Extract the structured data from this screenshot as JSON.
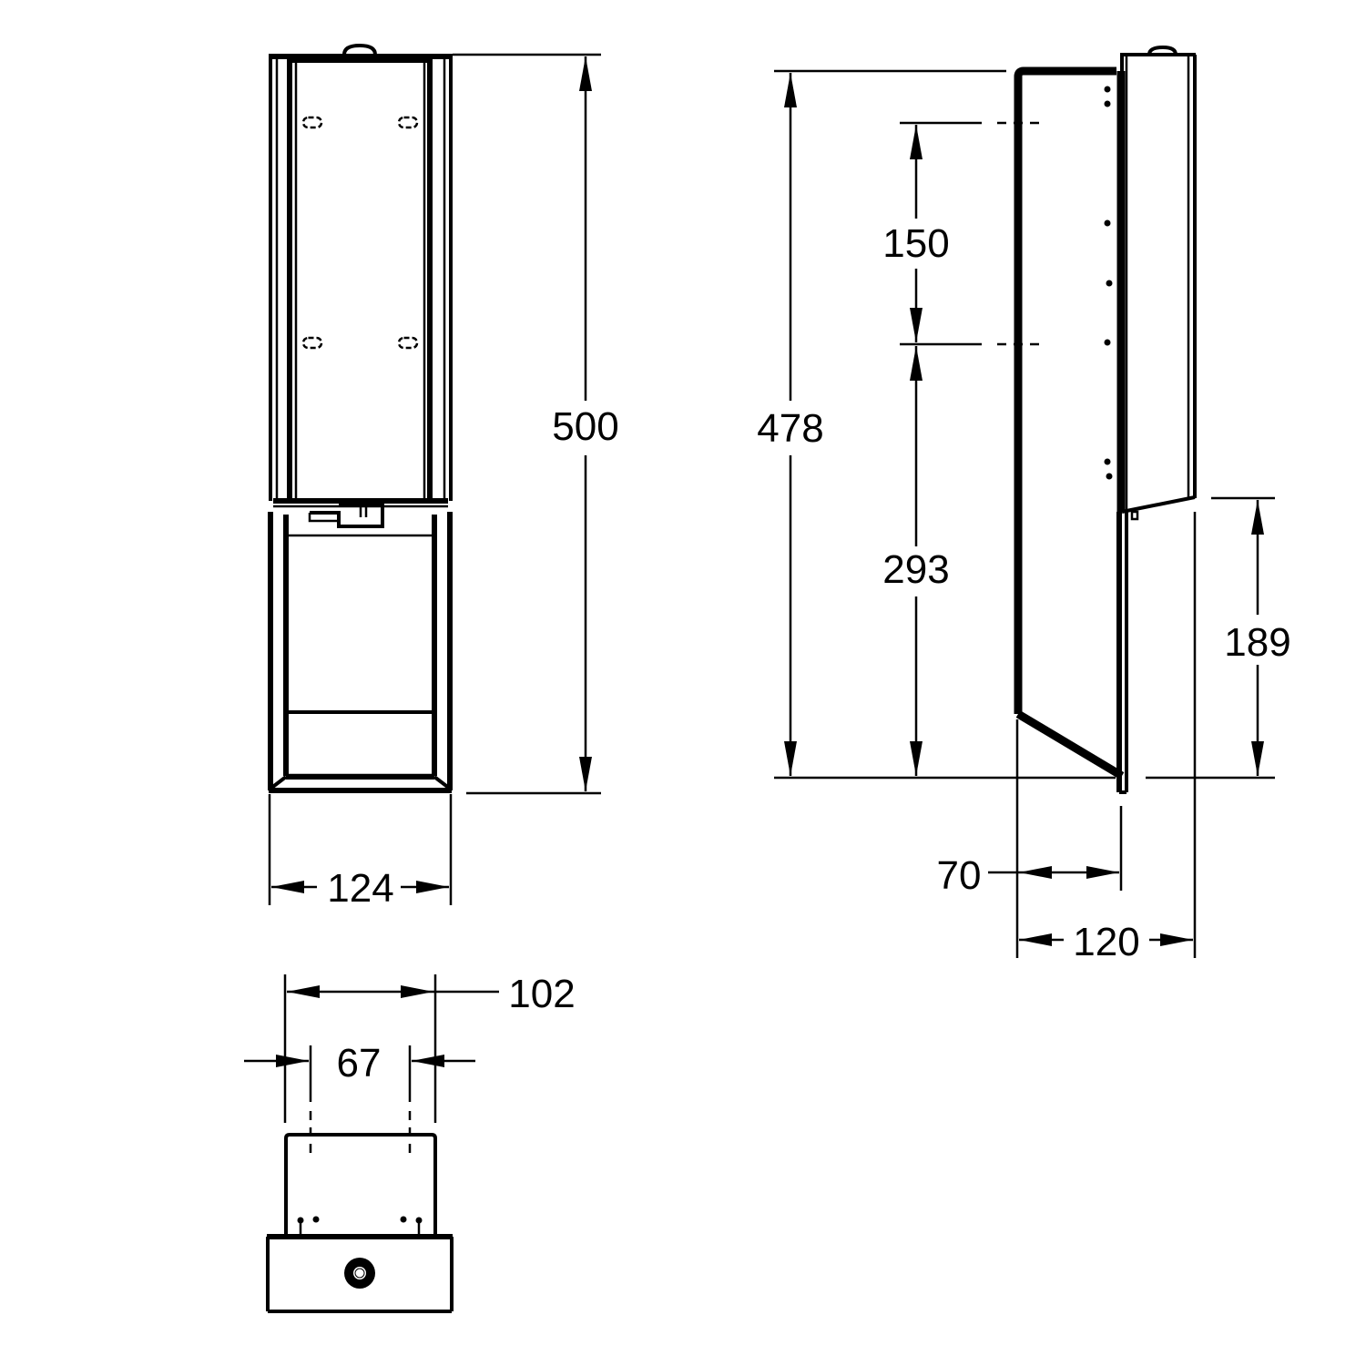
{
  "drawing": {
    "type": "technical-dimension-drawing",
    "views": [
      "front-view",
      "side-view",
      "top-view"
    ],
    "colors": {
      "line": "#000000",
      "background": "#ffffff"
    }
  },
  "front_view": {
    "dimensions": {
      "height": "500",
      "width": "124"
    }
  },
  "side_view": {
    "dimensions": {
      "total_height": "478",
      "upper_spacing": "150",
      "lower_spacing": "293",
      "bottom_height": "189",
      "depth_inner": "70",
      "depth_total": "120"
    }
  },
  "top_view": {
    "dimensions": {
      "outer_width": "102",
      "inner_width": "67"
    }
  }
}
